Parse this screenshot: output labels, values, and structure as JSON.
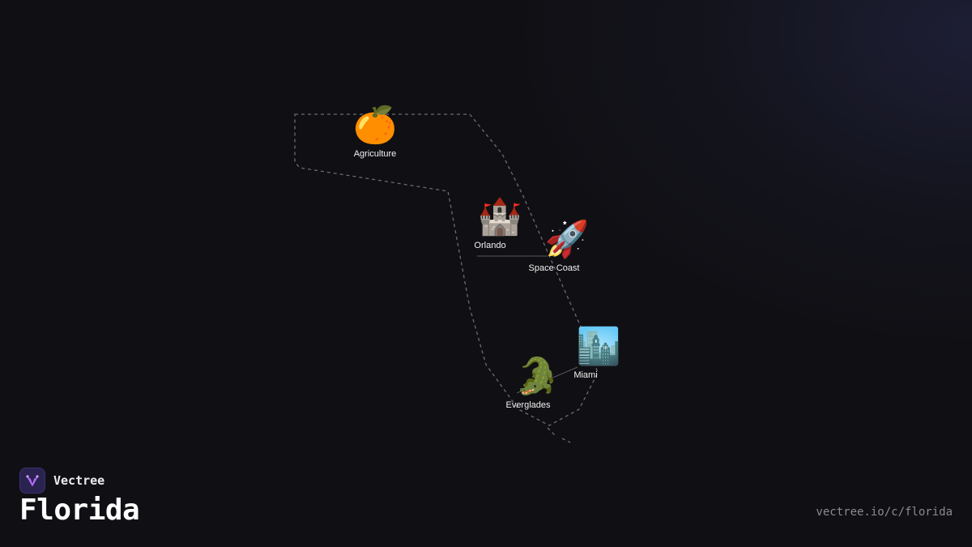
{
  "brand": {
    "name": "Vectree",
    "logo_color": "#b46bff"
  },
  "page": {
    "title": "Florida",
    "url": "vectree.io/c/florida"
  },
  "theme": {
    "background": "#101014",
    "outline_color": "#6b6b72",
    "label_color": "#f2f2f2"
  },
  "points_of_interest": [
    {
      "id": "agriculture",
      "label": "Agriculture",
      "icon": "orange-icon",
      "emoji": "🍊"
    },
    {
      "id": "orlando",
      "label": "Orlando",
      "icon": "castle-icon",
      "emoji": "🏰"
    },
    {
      "id": "space-coast",
      "label": "Space Coast",
      "icon": "rocket-icon",
      "emoji": "🚀"
    },
    {
      "id": "miami",
      "label": "Miami",
      "icon": "cityscape-icon",
      "emoji": "🏙️"
    },
    {
      "id": "everglades",
      "label": "Everglades",
      "icon": "crocodile-icon",
      "emoji": "🐊"
    }
  ]
}
